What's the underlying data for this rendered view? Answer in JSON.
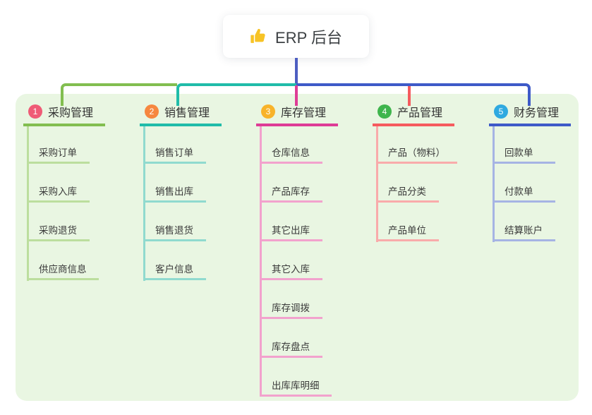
{
  "root": {
    "label": "ERP 后台",
    "icon": "thumbs-up-icon",
    "icon_color": "#F7C325",
    "line_color": "#4D5EC1"
  },
  "canvas": {
    "background": "#FFFFFF",
    "panel_color": "#E9F6E2"
  },
  "branches": [
    {
      "badge": "1",
      "label": "采购管理",
      "badge_color": "#EF5B76",
      "color": "#82BE50",
      "light_color": "#BCDE9E",
      "children": [
        "采购订单",
        "采购入库",
        "采购退货",
        "供应商信息"
      ]
    },
    {
      "badge": "2",
      "label": "销售管理",
      "badge_color": "#F6873F",
      "color": "#20BCA9",
      "light_color": "#90DACF",
      "children": [
        "销售订单",
        "销售出库",
        "销售退货",
        "客户信息"
      ]
    },
    {
      "badge": "3",
      "label": "库存管理",
      "badge_color": "#F8B32A",
      "color": "#DE3C96",
      "light_color": "#F2A2CD",
      "children": [
        "仓库信息",
        "产品库存",
        "其它出库",
        "其它入库",
        "库存调拨",
        "库存盘点",
        "出库库明细"
      ]
    },
    {
      "badge": "4",
      "label": "产品管理",
      "badge_color": "#3FB54D",
      "color": "#F55B5E",
      "light_color": "#F9ABAB",
      "children": [
        "产品（物料）",
        "产品分类",
        "产品单位"
      ]
    },
    {
      "badge": "5",
      "label": "财务管理",
      "badge_color": "#2FA9E0",
      "color": "#3E5AC8",
      "light_color": "#A6B4E4",
      "children": [
        "回款单",
        "付款单",
        "结算账户"
      ]
    }
  ]
}
